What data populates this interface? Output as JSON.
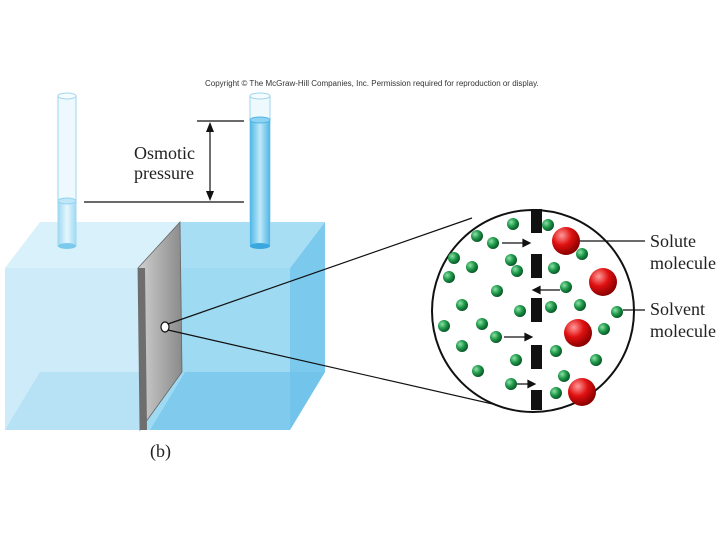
{
  "copyright": "Copyright © The McGraw-Hill Companies, Inc. Permission required for reproduction or display.",
  "labels": {
    "osmotic_line1": "Osmotic",
    "osmotic_line2": "pressure",
    "solute_line1": "Solute",
    "solute_line2": "molecule",
    "solvent_line1": "Solvent",
    "solvent_line2": "molecule",
    "caption": "(b)"
  },
  "colors": {
    "water_light": "#bfe7f7",
    "water_dark": "#8ed3f2",
    "membrane": "#9a9a9a",
    "solute": "#e01010",
    "solvent": "#1f9a4a"
  }
}
